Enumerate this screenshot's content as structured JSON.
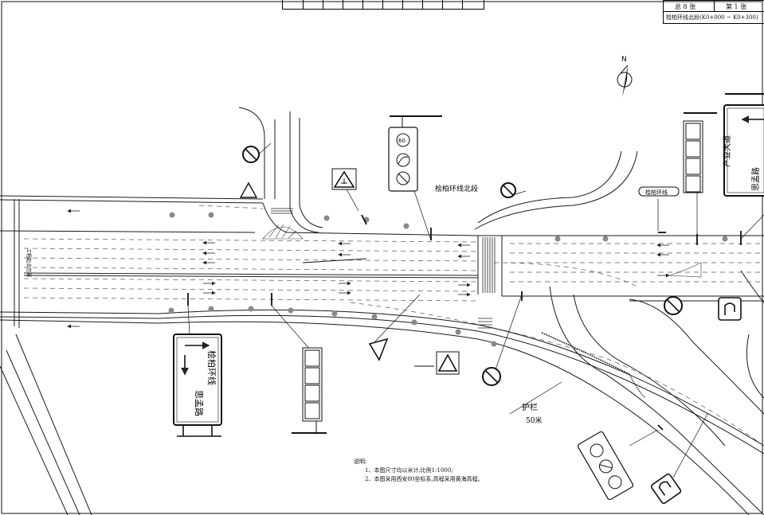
{
  "title_block": {
    "total_label": "总",
    "total_count": "8",
    "total_unit": "张",
    "page_label": "第",
    "page_number": "1",
    "page_unit": "张",
    "sheet_title": "桧柏环线北段(K0+000 ~ K0+300)"
  },
  "north_arrow": {
    "label": "N"
  },
  "road_labels": {
    "road_name_top": "桧柏环线北段",
    "road_name_sign": "桧柏环线",
    "left_edge_label": "工程起点范围",
    "guardrail_label": "护栏",
    "guardrail_length": "50米"
  },
  "guide_sign_left": {
    "line1": "桧柏环线",
    "line2": "思孟路"
  },
  "guide_sign_right": {
    "line1": "产业大道",
    "line2": "思孟路"
  },
  "speed_limit": "60",
  "notes": {
    "heading": "说明:",
    "items": [
      "1、本图尺寸均以米计,比例1:1000;",
      "2、本图采用西安80坐标系,高程采用黄海高程。"
    ]
  },
  "colors": {
    "line": "#1a1a1a",
    "dashed": "#555555",
    "sign_border": "#111111"
  }
}
